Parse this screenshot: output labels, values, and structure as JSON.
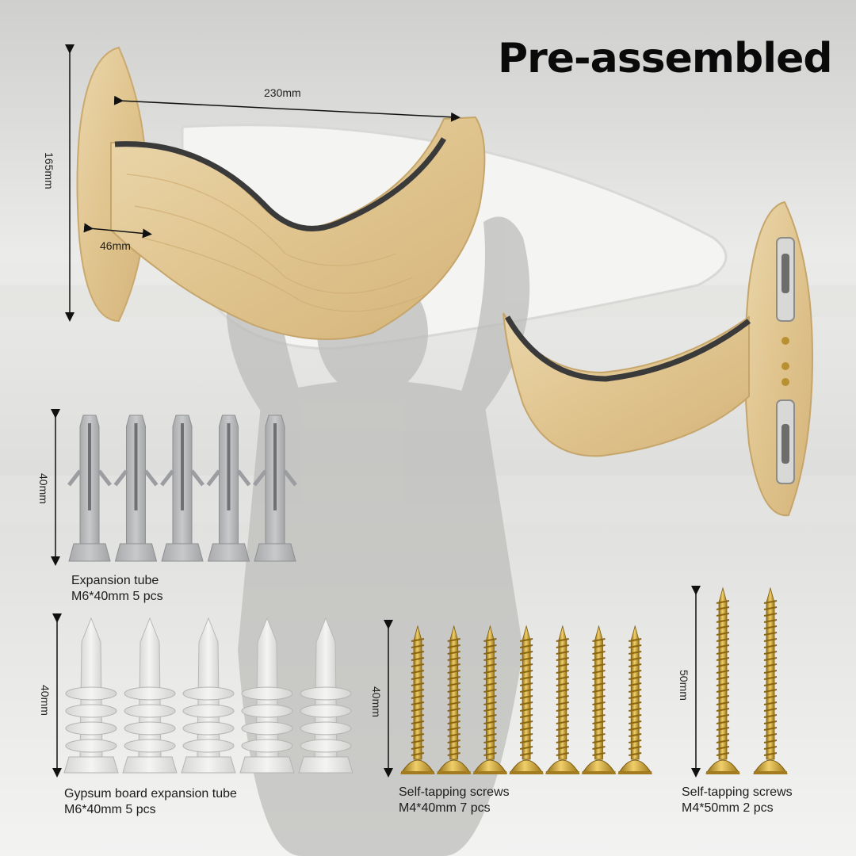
{
  "title": "Pre-assembled",
  "dimensions": {
    "width": "230mm",
    "height": "165mm",
    "depth": "46mm"
  },
  "items": [
    {
      "name": "Expansion tube",
      "spec": "M6*40mm 5 pcs",
      "dimension": "40mm",
      "count": 5
    },
    {
      "name": "Gypsum board expansion tube",
      "spec": "M6*40mm 5 pcs",
      "dimension": "40mm",
      "count": 5
    },
    {
      "name": "Self-tapping screws",
      "spec": "M4*40mm 7 pcs",
      "dimension": "40mm",
      "count": 7
    },
    {
      "name": "Self-tapping screws",
      "spec": "M4*50mm 2 pcs",
      "dimension": "50mm",
      "count": 2
    }
  ],
  "colors": {
    "wood": "#e2c896",
    "wood_dark": "#c9a66a",
    "liner": "#3a3a3a",
    "plastic_grey": "#b9babc",
    "plastic_white": "#e8e8e6",
    "screw_gold": "#c9a033"
  }
}
